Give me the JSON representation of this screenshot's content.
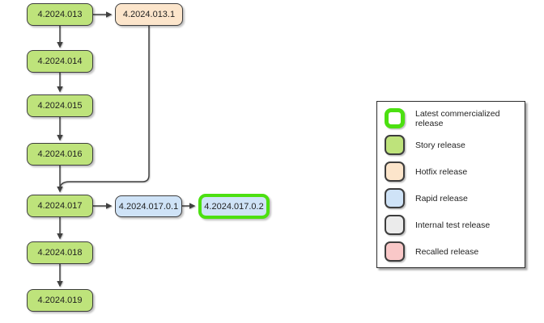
{
  "diagram": {
    "nodes": [
      {
        "label": "4.2024.013",
        "type": "story"
      },
      {
        "label": "4.2024.013.1",
        "type": "hotfix"
      },
      {
        "label": "4.2024.014",
        "type": "story"
      },
      {
        "label": "4.2024.015",
        "type": "story"
      },
      {
        "label": "4.2024.016",
        "type": "story"
      },
      {
        "label": "4.2024.017",
        "type": "story"
      },
      {
        "label": "4.2024.017.0.1",
        "type": "rapid"
      },
      {
        "label": "4.2024.017.0.2",
        "type": "rapid latest"
      },
      {
        "label": "4.2024.018",
        "type": "story"
      },
      {
        "label": "4.2024.019",
        "type": "story"
      }
    ],
    "edges": [
      {
        "from": "4.2024.013",
        "to": "4.2024.013.1"
      },
      {
        "from": "4.2024.013",
        "to": "4.2024.014"
      },
      {
        "from": "4.2024.014",
        "to": "4.2024.015"
      },
      {
        "from": "4.2024.015",
        "to": "4.2024.016"
      },
      {
        "from": "4.2024.016",
        "to": "4.2024.017"
      },
      {
        "from": "4.2024.013.1",
        "to": "4.2024.017"
      },
      {
        "from": "4.2024.017",
        "to": "4.2024.017.0.1"
      },
      {
        "from": "4.2024.017.0.1",
        "to": "4.2024.017.0.2"
      },
      {
        "from": "4.2024.017",
        "to": "4.2024.018"
      },
      {
        "from": "4.2024.018",
        "to": "4.2024.019"
      }
    ]
  },
  "legend": {
    "items": [
      {
        "label": "Latest commercialized release",
        "type": "latest"
      },
      {
        "label": "Story release",
        "type": "story"
      },
      {
        "label": "Hotfix release",
        "type": "hotfix"
      },
      {
        "label": "Rapid release",
        "type": "rapid"
      },
      {
        "label": "Internal test release",
        "type": "internal"
      },
      {
        "label": "Recalled release",
        "type": "recalled"
      }
    ]
  },
  "colors": {
    "story_fill": "#bee37b",
    "hotfix_fill": "#fce5cb",
    "rapid_fill": "#cfe3f7",
    "internal_fill": "#ebebeb",
    "recalled_fill": "#f9c8c8",
    "latest_border": "#4ce011",
    "node_border": "#3d3d3d",
    "edge_stroke": "#404040",
    "text": "#1f1f1f",
    "background": "#ffffff"
  }
}
